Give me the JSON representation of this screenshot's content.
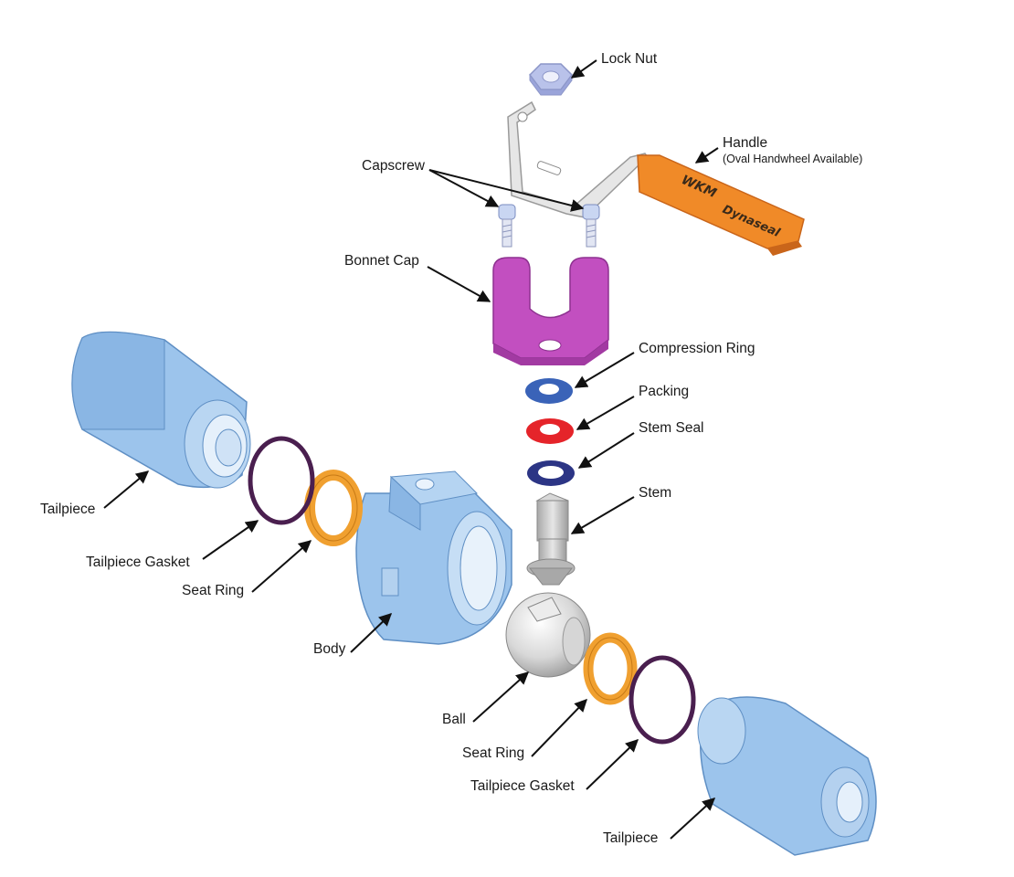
{
  "labels": {
    "lock_nut": "Lock Nut",
    "handle": "Handle",
    "handle_note": "(Oval Handwheel Available)",
    "capscrew": "Capscrew",
    "bonnet_cap": "Bonnet Cap",
    "compression_ring": "Compression Ring",
    "packing": "Packing",
    "stem_seal": "Stem Seal",
    "stem": "Stem",
    "tailpiece_left": "Tailpiece",
    "tailpiece_gasket_left": "Tailpiece Gasket",
    "seat_ring_left": "Seat Ring",
    "body": "Body",
    "ball": "Ball",
    "seat_ring_right": "Seat Ring",
    "tailpiece_gasket_right": "Tailpiece Gasket",
    "tailpiece_right": "Tailpiece"
  },
  "handle_marks": {
    "brand": "WKM",
    "model": "Dynaseal"
  },
  "colors": {
    "steel_blue": "#9cc4ec",
    "bonnet_magenta": "#c24fc0",
    "handle_orange": "#f08a28",
    "compression_ring_blue": "#3a63b8",
    "packing_red": "#e5242a",
    "stem_seal_navy": "#2c3585",
    "seat_ring_orange": "#f0a030",
    "gasket_purple": "#4a1f4f",
    "stem_grey": "#c4c4c4"
  }
}
